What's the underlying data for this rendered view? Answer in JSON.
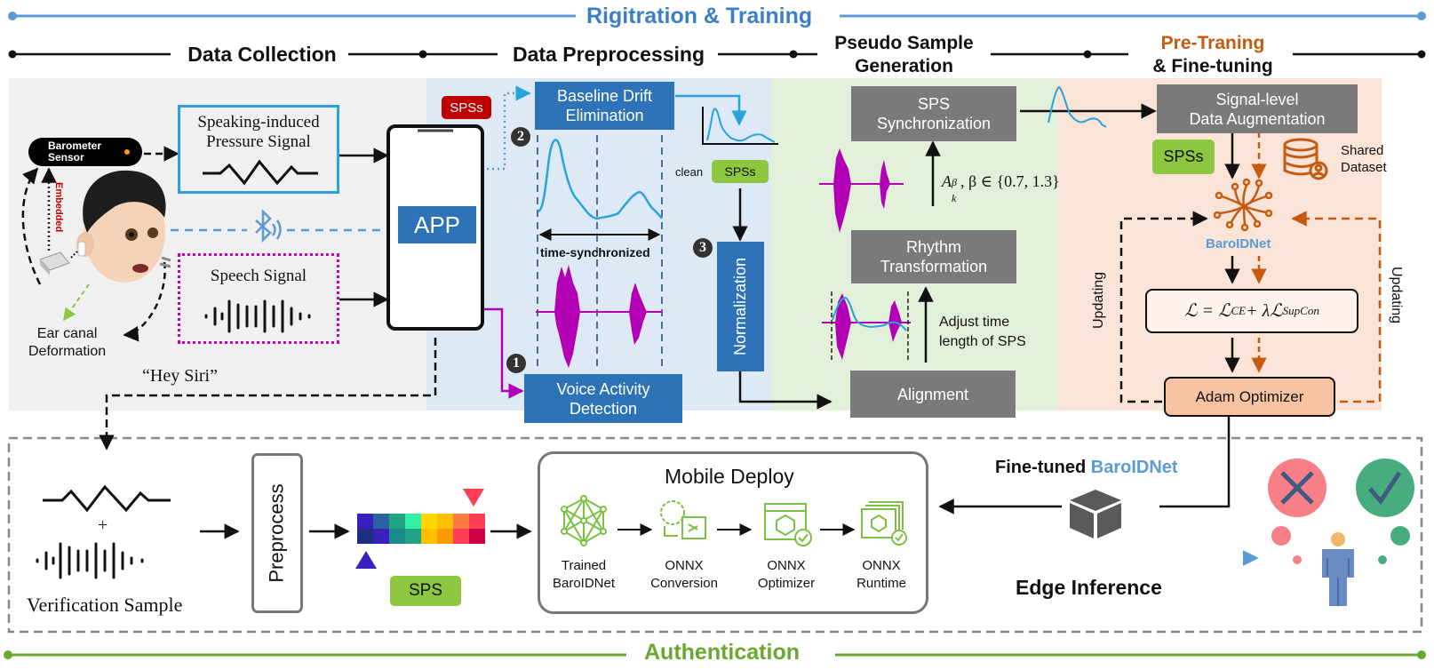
{
  "banners": {
    "top": "Rigitration & Training",
    "bottom": "Authentication"
  },
  "stages": [
    {
      "id": "data-collection",
      "label": "Data Collection"
    },
    {
      "id": "data-preprocessing",
      "label": "Data Preprocessing"
    },
    {
      "id": "pseudo-sample",
      "label_line1": "Pseudo Sample",
      "label_line2": "Generation"
    },
    {
      "id": "pretraining",
      "label_line1": "Pre-Traning",
      "label_line2": "& Fine-tuning"
    }
  ],
  "collection": {
    "barometer_line1": "Barometer",
    "barometer_line2": "Sensor",
    "embedded": "Embedded",
    "pressure_signal_line1": "Speaking-induced",
    "pressure_signal_line2": "Pressure Signal",
    "speech_signal": "Speech Signal",
    "ear_canal_line1": "Ear canal",
    "ear_canal_line2": "Deformation",
    "app": "APP",
    "hey_siri": "“Hey Siri”",
    "bluetooth_icon": "bluetooth-icon"
  },
  "preprocessing": {
    "spss_red": "SPSs",
    "baseline_line1": "Baseline Drift",
    "baseline_line2": "Elimination",
    "time_sync": "time-synchronized",
    "clean": "clean",
    "spss_green": "SPSs",
    "normalization": "Normalization",
    "vad_line1": "Voice Activity",
    "vad_line2": "Detection",
    "step1": "1",
    "step2": "2",
    "step3": "3"
  },
  "pseudo": {
    "sps_sync_line1": "SPS",
    "sps_sync_line2": "Synchronization",
    "formula_A": "A",
    "formula_sup": "β",
    "formula_sub": "k",
    "formula_rest": ", β ∈ {0.7, 1.3}",
    "rhythm_line1": "Rhythm",
    "rhythm_line2": "Transformation",
    "adjust_line1": "Adjust time",
    "adjust_line2": "length of SPS",
    "alignment": "Alignment"
  },
  "training": {
    "augment_line1": "Signal-level",
    "augment_line2": "Data Augmentation",
    "spss": "SPSs",
    "shared_line1": "Shared",
    "shared_line2": "Dataset",
    "network": "BaroIDNet",
    "loss": "ℒ = ℒ",
    "loss_ce": "CE",
    "loss_plus": " + λℒ",
    "loss_supcon": "SupCon",
    "optimizer": "Adam Optimizer",
    "updating_left": "Updating",
    "updating_right": "Updating"
  },
  "auth": {
    "plus": "+",
    "verification_sample": "Verification Sample",
    "preprocess": "Preprocess",
    "sps": "SPS",
    "mobile_deploy": "Mobile Deploy",
    "deploy_steps": [
      {
        "line1": "Trained",
        "line2": "BaroIDNet"
      },
      {
        "line1": "ONNX",
        "line2": "Conversion"
      },
      {
        "line1": "ONNX",
        "line2": "Optimizer"
      },
      {
        "line1": "ONNX",
        "line2": "Runtime"
      }
    ],
    "finetuned_prefix": "Fine-tuned ",
    "finetuned_net": "BaroIDNet",
    "edge_inference": "Edge Inference"
  },
  "colors": {
    "top_banner": "#3b7fc4",
    "bottom_banner": "#6aa832",
    "panel_collection": "#f0f0f0",
    "panel_preprocessing": "#dde9f5",
    "panel_pseudo": "#e2efd9",
    "panel_training": "#fae3d7",
    "blue_box": "#2e73b8",
    "gray_box": "#7a7a7a",
    "green_tag": "#8dc63f",
    "red_tag": "#c00000",
    "orange": "#c55a11",
    "network_blue": "#5b9bd5",
    "magenta": "#b400b4",
    "signal_blue": "#29a3dc"
  },
  "sps_heatmap": {
    "row1": [
      "#3a1fbf",
      "#2a62a0",
      "#22a384",
      "#33f0a3",
      "#ffd700",
      "#ffbf00",
      "#ff7a45",
      "#ff3d55"
    ],
    "row2": [
      "#1f2f80",
      "#3a1fbf",
      "#1b8a8a",
      "#22a384",
      "#ffbf00",
      "#ff9900",
      "#ff3d55",
      "#cc0044"
    ]
  }
}
